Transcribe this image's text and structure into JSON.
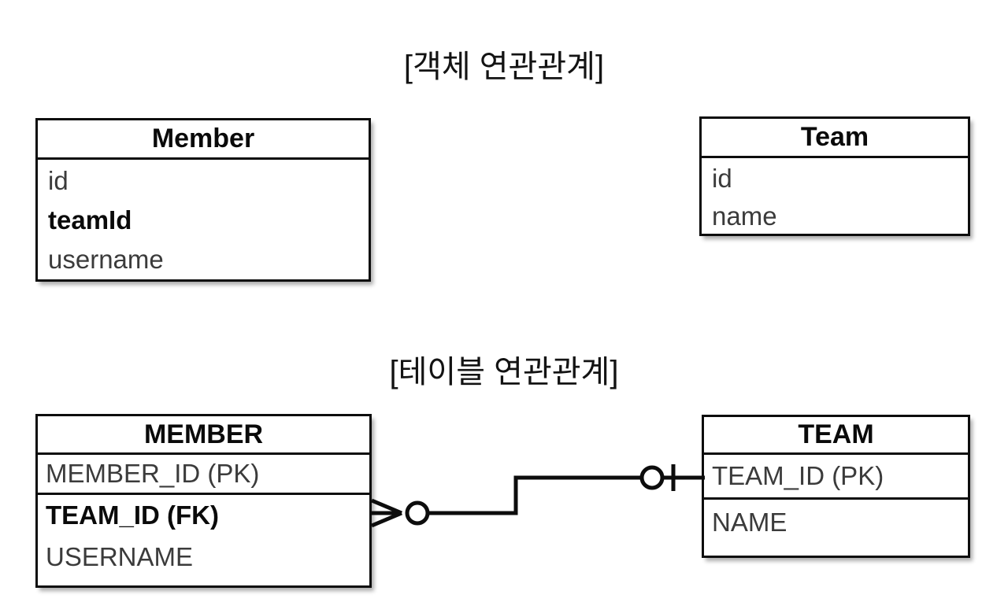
{
  "diagram": {
    "background_color": "#ffffff",
    "line_color": "#0d0d0d",
    "text_color": "#3b3b3b"
  },
  "sections": {
    "object_model": {
      "title": "[객체 연관관계]"
    },
    "table_model": {
      "title": "[테이블 연관관계]"
    }
  },
  "entities": {
    "member_object": {
      "name": "Member",
      "fields": [
        {
          "label": "id",
          "bold": false
        },
        {
          "label": "teamId",
          "bold": true
        },
        {
          "label": "username",
          "bold": false
        }
      ]
    },
    "team_object": {
      "name": "Team",
      "fields": [
        {
          "label": "id",
          "bold": false
        },
        {
          "label": "name",
          "bold": false
        }
      ]
    },
    "member_table": {
      "name": "MEMBER",
      "fields": [
        {
          "label": "MEMBER_ID (PK)",
          "bold": false
        },
        {
          "label": "TEAM_ID (FK)",
          "bold": true
        },
        {
          "label": "USERNAME",
          "bold": false
        }
      ]
    },
    "team_table": {
      "name": "TEAM",
      "fields": [
        {
          "label": "TEAM_ID (PK)",
          "bold": false
        },
        {
          "label": "NAME",
          "bold": false
        }
      ]
    }
  },
  "relationship": {
    "from": "MEMBER.TEAM_ID (FK)",
    "to": "TEAM.TEAM_ID (PK)",
    "notation": "crows-foot",
    "from_cardinality": "zero-or-many",
    "to_cardinality": "zero-or-one"
  }
}
